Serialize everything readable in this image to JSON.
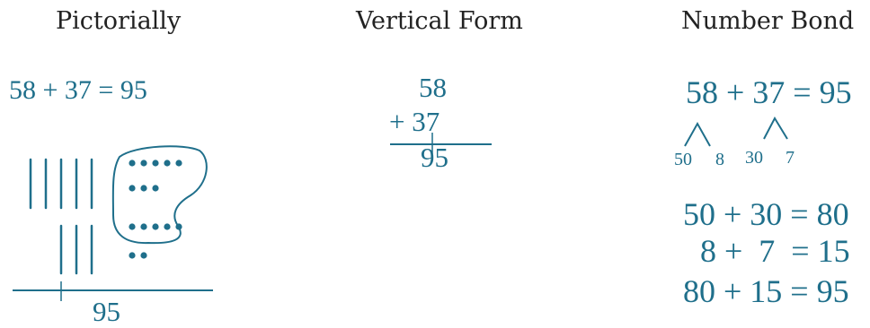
{
  "headers": {
    "pictorial": "Pictorially",
    "vertical": "Vertical Form",
    "bond": "Number Bond"
  },
  "pictorial": {
    "equation": "58 + 37 = 95",
    "total": "95",
    "tens_first": 5,
    "tens_second": 3,
    "ones_rows": [
      5,
      3,
      5,
      2
    ]
  },
  "vertical": {
    "top": "58",
    "bottom": "+ 37",
    "result": "95"
  },
  "bond": {
    "equation": "58 + 37 = 95",
    "split_labels": [
      "50",
      "8",
      "30",
      "7"
    ],
    "steps": [
      "50 + 30 = 80",
      "8 +  7  = 15",
      "80 + 15 = 95"
    ]
  },
  "colors": {
    "ink": "#1f6f8b",
    "header": "#222222"
  }
}
